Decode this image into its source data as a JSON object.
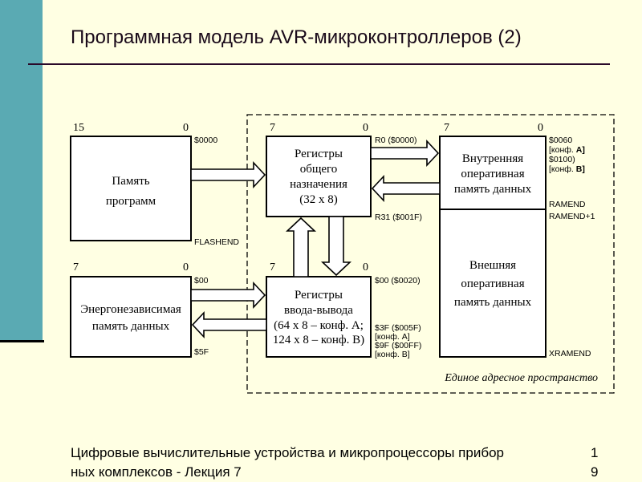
{
  "title": "Программная модель AVR-микроконтроллеров (2)",
  "footer": {
    "line1": "Цифровые вычислительные устройства и микропроцессоры прибор",
    "line2": "ных комплексов - Лекция 7",
    "page_digit1": "1",
    "page_digit2": "9"
  },
  "diagram": {
    "program_memory": {
      "line1": "Память",
      "line2": "программ",
      "bit_high": "15",
      "bit_low": "0",
      "addr_start": "$0000",
      "addr_end": "FLASHEND"
    },
    "gpr": {
      "line1": "Регистры",
      "line2": "общего",
      "line3": "назначения",
      "line4": "(32 x 8)",
      "bit_high": "7",
      "bit_low": "0",
      "addr_start": "R0 ($0000)",
      "addr_end": "R31 ($001F)"
    },
    "sram_internal": {
      "line1": "Внутренняя",
      "line2": "оперативная",
      "line3": "память данных",
      "bit_high": "7",
      "bit_low": "0",
      "addr_a": "$0060",
      "conf_a_prefix": "[конф. ",
      "conf_a": "A]",
      "addr_b": "$0100)",
      "conf_b_prefix": "[конф. ",
      "conf_b": "B]",
      "ramend": "RAMEND",
      "ramend1": "RAMEND+1"
    },
    "sram_external": {
      "line1": "Внешняя",
      "line2": "оперативная",
      "line3": "память данных",
      "xramend": "XRAMEND"
    },
    "eeprom": {
      "line1": "Энергонезависимая",
      "line2": "память данных",
      "bit_high": "7",
      "bit_low": "0",
      "addr_start": "$00",
      "addr_end": "$5F"
    },
    "io": {
      "line1": "Регистры",
      "line2": "ввода-вывода",
      "line3": "(64 x 8 – конф. A;",
      "line4": "124 x 8 – конф. B)",
      "bit_high": "7",
      "bit_low": "0",
      "addr_start": "$00 ($0020)",
      "addr_a": "$3F ($005F)",
      "conf_a": "[конф. A]",
      "addr_b": "$9F ($00FF)",
      "conf_b": "[конф. B]"
    },
    "address_space_label": "Единое адресное пространство"
  }
}
